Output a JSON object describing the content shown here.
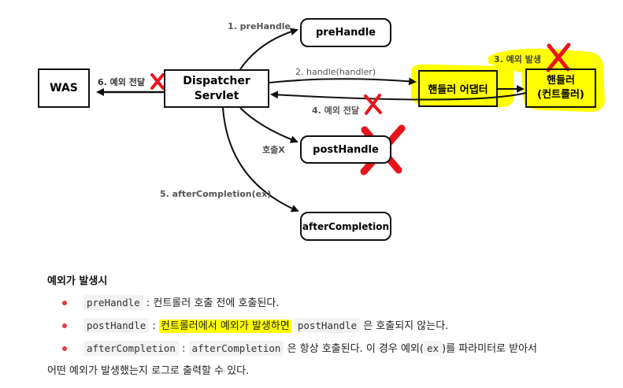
{
  "diagram": {
    "was": "WAS",
    "dispatcher": [
      "Dispatcher",
      "Servlet"
    ],
    "prehandle_box": "preHandle",
    "adapter_box": "핸들러 어댑터",
    "handler_box": [
      "핸들러",
      "(컨트롤러)"
    ],
    "posthandle_box": "postHandle",
    "aftercompletion_box": "afterCompletion",
    "labels": {
      "prehandle": "1. preHandle",
      "handle": "2. handle(handler)",
      "exception_raised": "3. 예외 발생",
      "exception_pass_4": "4. 예외 전달",
      "after_completion": "5. afterCompletion(ex)",
      "exception_pass_6": "6. 예외 전달",
      "not_called": "호출X"
    },
    "colors": {
      "highlight": "#ffff00",
      "cross": "#e8141b",
      "arrow": "#111111"
    }
  },
  "text": {
    "title": "예외가 발생시",
    "items": [
      {
        "code": "preHandle",
        "sep": " : ",
        "rest": "컨트롤러 호출 전에 호출된다."
      },
      {
        "code": "postHandle",
        "sep": " : ",
        "highlight": "컨트롤러에서 예외가 발생하면",
        "code2": "postHandle",
        "rest": " 은 호출되지 않는다."
      },
      {
        "code": "afterCompletion",
        "sep": " : ",
        "code2": "afterCompletion",
        "rest": " 은 항상 호출된다. 이 경우 예외(",
        "code3": "ex",
        "rest2": ")를 파라미터로 받아서"
      }
    ],
    "continuation": "어떤 예외가 발생했는지 로그로 출력할 수 있다."
  }
}
